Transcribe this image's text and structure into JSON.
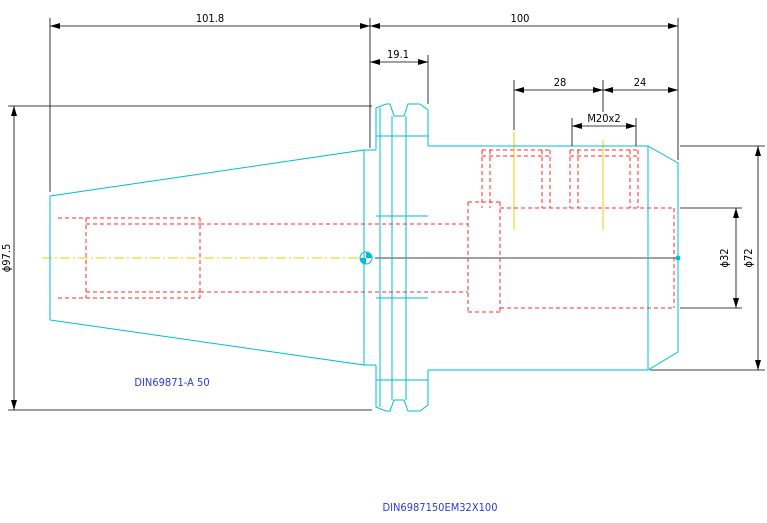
{
  "drawing": {
    "dims": {
      "d1018": "101.8",
      "d100": "100",
      "d191": "19.1",
      "d28": "28",
      "d24": "24",
      "thread": "M20x2",
      "dia975": "ϕ97.5",
      "dia32": "ϕ32",
      "dia72": "ϕ72"
    },
    "labels": {
      "standard": "DIN69871-A 50",
      "part_number": "DIN6987150EM32X100"
    },
    "colors": {
      "outline": "#00bcd4",
      "hidden": "#ff2a2a",
      "centerline": "#e6d200",
      "dimension": "#000000",
      "label": "#2e3bd6"
    }
  }
}
